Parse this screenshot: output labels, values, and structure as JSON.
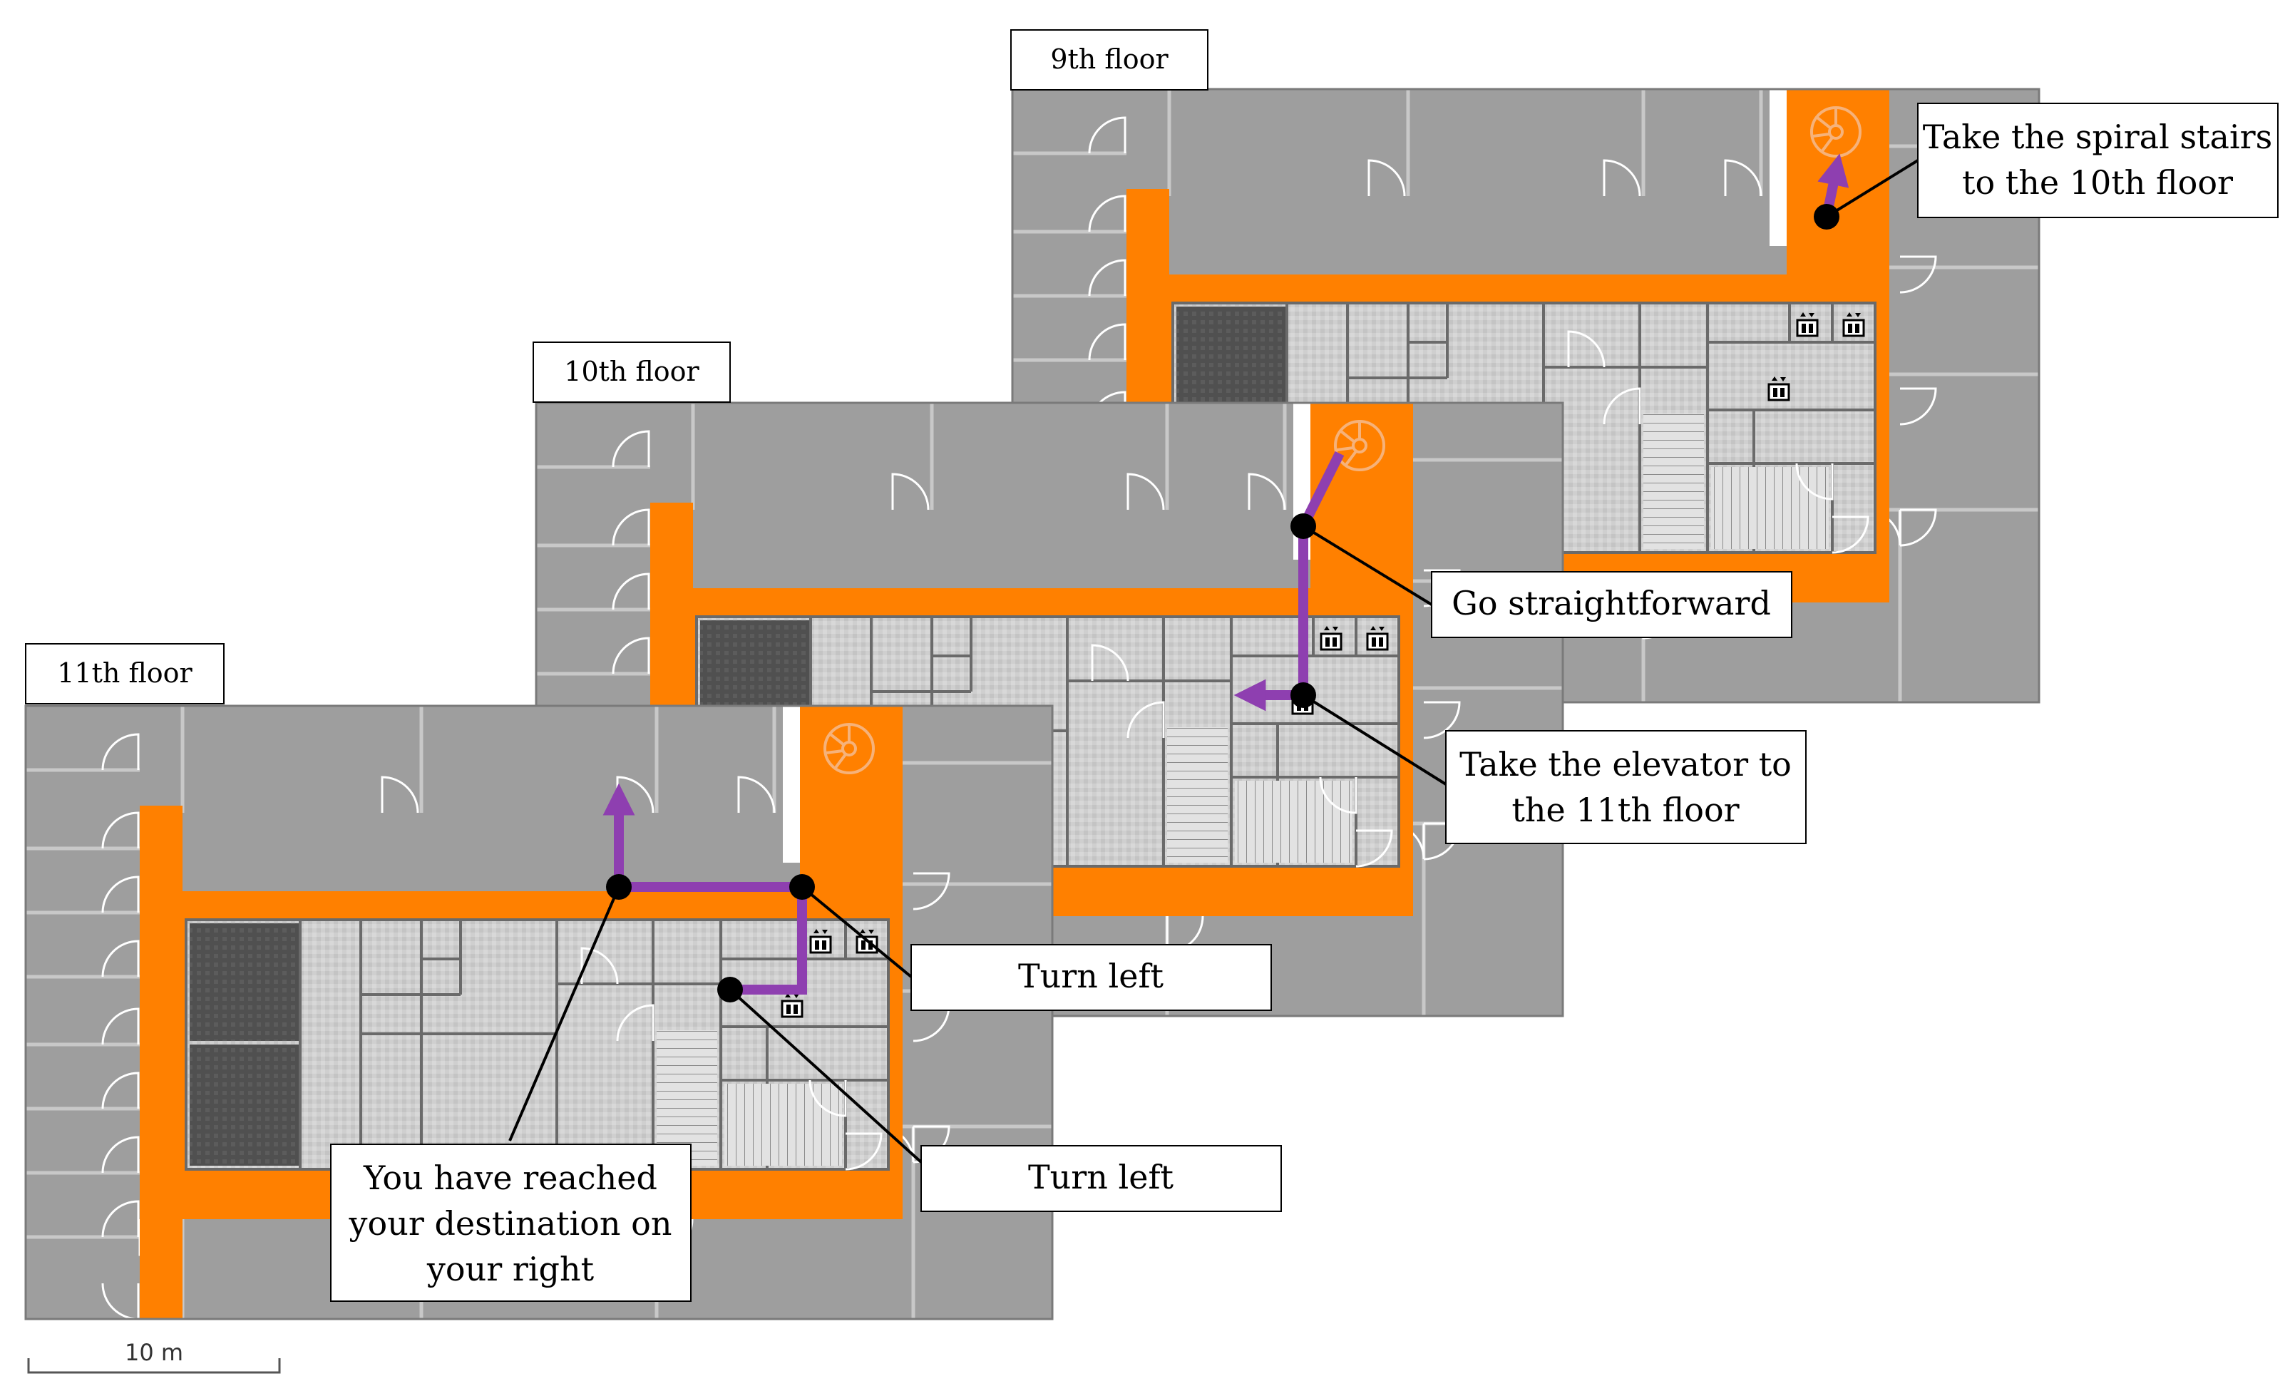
{
  "floors": {
    "f9": {
      "label": "9th floor"
    },
    "f10": {
      "label": "10th floor"
    },
    "f11": {
      "label": "11th floor"
    }
  },
  "callouts": {
    "spiral": {
      "lines": [
        "Take the spiral stairs",
        "to the 10th floor"
      ]
    },
    "straight": {
      "lines": [
        "Go straightforward"
      ]
    },
    "elevator": {
      "lines": [
        "Take the elevator to",
        "the 11th floor"
      ]
    },
    "turn1": {
      "lines": [
        "Turn left"
      ]
    },
    "turn2": {
      "lines": [
        "Turn left"
      ]
    },
    "destination": {
      "lines": [
        "You have reached",
        "your destination on",
        "your right"
      ]
    }
  },
  "scale_bar": {
    "label": "10 m"
  },
  "colors": {
    "corridor": "#ff8000",
    "route": "#8e3fb0",
    "room": "#9e9e9e",
    "room_line": "#c8c8c8",
    "core": "#cfcfcf",
    "core_dark": "#545454",
    "outline": "#7a7a7a"
  },
  "icons": [
    "elevator-icon",
    "spiral-stairs-icon",
    "stairs-icon",
    "door-swing-icon",
    "waypoint-icon",
    "route-arrow-icon"
  ]
}
